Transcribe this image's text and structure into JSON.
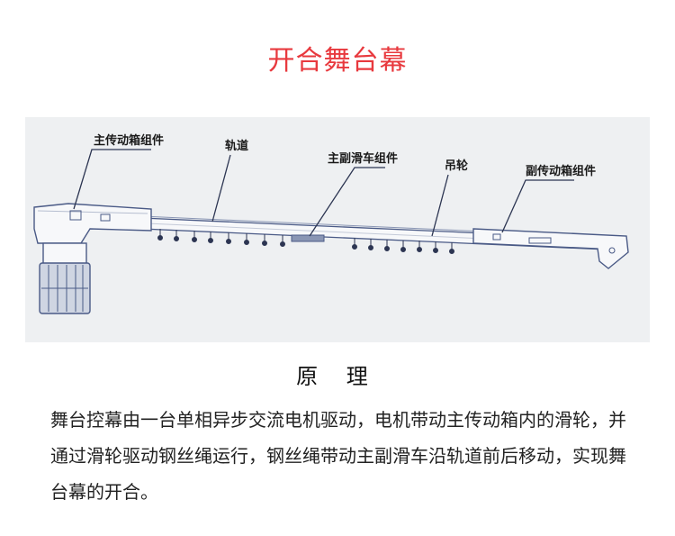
{
  "title": "开合舞台幕",
  "labels": {
    "main_drive": "主传动箱组件",
    "track": "轨道",
    "main_sub_carriage": "主副滑车组件",
    "pulley": "吊轮",
    "sub_drive": "副传动箱组件"
  },
  "section": {
    "heading": "原 理",
    "description": "舞台控幕由一台单相异步交流电机驱动，电机带动主传动箱内的滑轮，并通过滑轮驱动钢丝绳运行，钢丝绳带动主副滑车沿轨道前后移动，实现舞台幕的开合。"
  },
  "colors": {
    "title": "#e8393e",
    "diagram_bg": "#eef0f2",
    "device_fill": "#f7f8fa",
    "device_stroke": "#4a5a86",
    "motor_fill": "#cfd5e2"
  }
}
